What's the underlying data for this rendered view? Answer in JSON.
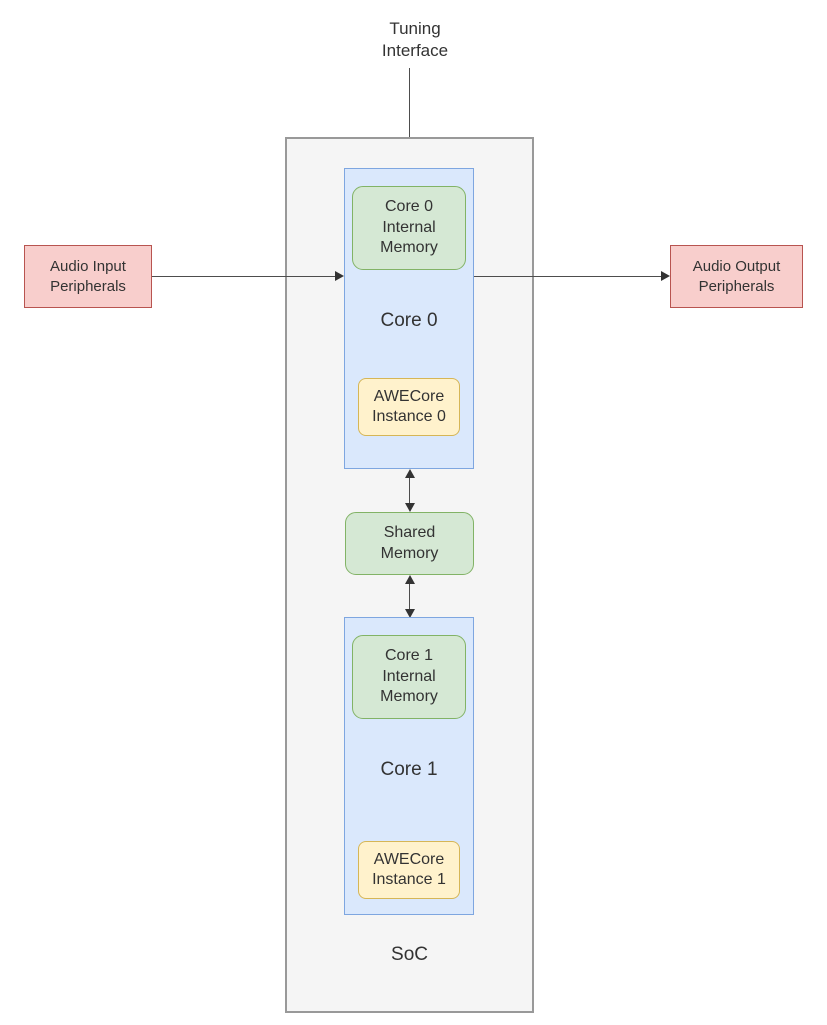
{
  "diagram": {
    "title_text": "Tuning Interface",
    "tuning_interface_label": "Tuning\nInterface",
    "tuning_interface_line1": "Tuning",
    "tuning_interface_line2": "Interface",
    "soc_label": "SoC",
    "audio_input_line1": "Audio Input",
    "audio_input_line2": "Peripherals",
    "audio_output_line1": "Audio Output",
    "audio_output_line2": "Peripherals",
    "core0_label": "Core 0",
    "core1_label": "Core 1",
    "core0_internal_memory_line1": "Core 0",
    "core0_internal_memory_line2": "Internal",
    "core0_internal_memory_line3": "Memory",
    "core1_internal_memory_line1": "Core 1",
    "core1_internal_memory_line2": "Internal",
    "core1_internal_memory_line3": "Memory",
    "shared_memory_line1": "Shared",
    "shared_memory_line2": "Memory",
    "awecore0_line1": "AWECore",
    "awecore0_line2": "Instance 0",
    "awecore1_line1": "AWECore",
    "awecore1_line2": "Instance 1"
  },
  "colors": {
    "soc_fill": "#f5f5f5",
    "soc_stroke": "#999999",
    "core_fill": "#dae8fc",
    "core_stroke": "#7ea6e0",
    "memory_fill": "#d5e8d4",
    "memory_stroke": "#82b366",
    "awecore_fill": "#fff2cc",
    "awecore_stroke": "#d6b656",
    "peripheral_fill": "#f8cecc",
    "peripheral_stroke": "#b85450",
    "connector_stroke": "#4d4d4d",
    "text": "#333333"
  }
}
